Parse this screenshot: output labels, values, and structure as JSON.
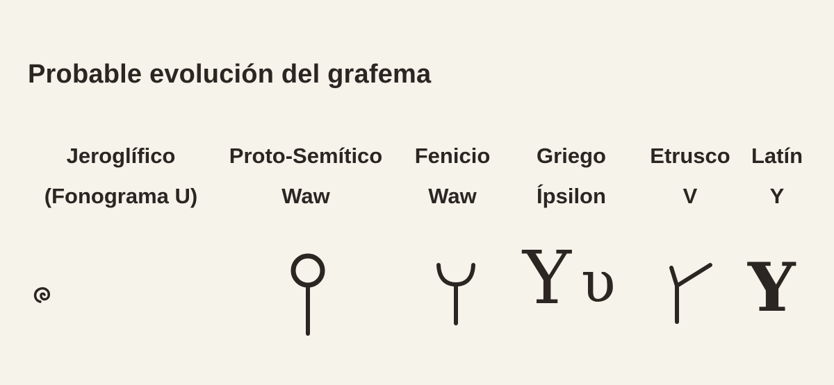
{
  "title": "Probable evolución del grafema",
  "columns": [
    {
      "name": "Jeroglífico",
      "sub": "(Fonograma U)",
      "glyph": "hieroglyph-spiral"
    },
    {
      "name": "Proto-Semítico",
      "sub": "Waw",
      "glyph": "proto-semitic-waw"
    },
    {
      "name": "Fenicio",
      "sub": "Waw",
      "glyph": "phoenician-waw"
    },
    {
      "name": "Griego",
      "sub": "Ípsilon",
      "glyph": "greek-upsilon"
    },
    {
      "name": "Etrusco",
      "sub": "V",
      "glyph": "etruscan-v"
    },
    {
      "name": "Latín",
      "sub": "Y",
      "glyph": "latin-y"
    }
  ],
  "letters": {
    "greek_upper": "Y",
    "greek_lower": "υ",
    "latin": "Y"
  },
  "colors": {
    "background": "#f6f3ea",
    "ink": "#2b2622"
  }
}
